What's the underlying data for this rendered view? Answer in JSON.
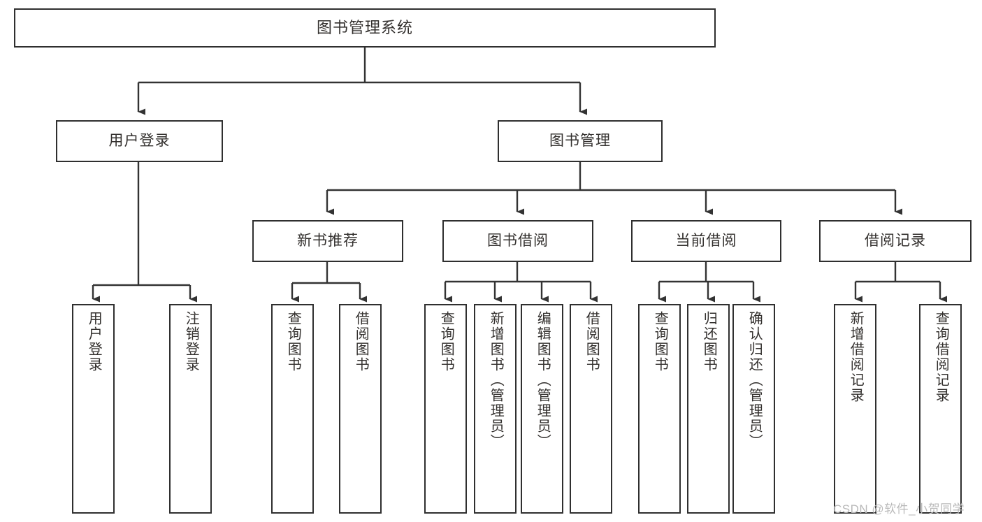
{
  "diagram": {
    "title": "图书管理系统",
    "type": "tree",
    "root": {
      "label": "图书管理系统"
    },
    "level1": [
      {
        "label": "用户登录"
      },
      {
        "label": "图书管理"
      }
    ],
    "level2": [
      {
        "label": "新书推荐"
      },
      {
        "label": "图书借阅"
      },
      {
        "label": "当前借阅"
      },
      {
        "label": "借阅记录"
      }
    ],
    "leaves": {
      "user_login": [
        {
          "label": "用户登录"
        },
        {
          "label": "注销登录"
        }
      ],
      "new_book_recommend": [
        {
          "label": "查询图书"
        },
        {
          "label": "借阅图书"
        }
      ],
      "book_borrow": [
        {
          "label": "查询图书"
        },
        {
          "label": "新增图书（管理员）"
        },
        {
          "label": "编辑图书（管理员）"
        },
        {
          "label": "借阅图书"
        }
      ],
      "current_borrow": [
        {
          "label": "查询图书"
        },
        {
          "label": "归还图书"
        },
        {
          "label": "确认归还（管理员）"
        }
      ],
      "borrow_record": [
        {
          "label": "新增借阅记录"
        },
        {
          "label": "查询借阅记录"
        }
      ]
    }
  },
  "watermark": {
    "text": "CSDN @软件_小贺同学"
  },
  "colors": {
    "background": "#ffffff",
    "box_border": "#2f2f2f",
    "text": "#33302e",
    "edge": "#333333",
    "watermark": "#b9b9b9"
  }
}
